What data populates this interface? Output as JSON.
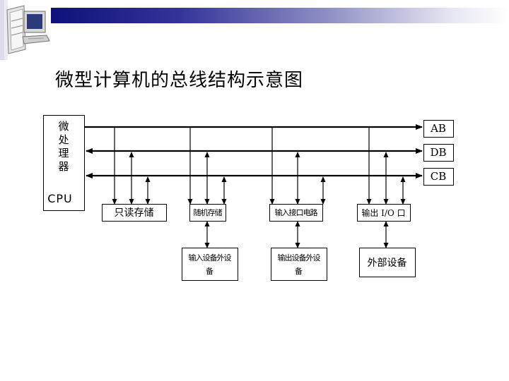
{
  "slide": {
    "title": "微型计算机的总线结构示意图"
  },
  "cpu": {
    "chars": [
      "微",
      "处",
      "理",
      "器"
    ],
    "label": "CPU"
  },
  "buses": [
    {
      "name": "AB",
      "direction": "right"
    },
    {
      "name": "DB",
      "direction": "both"
    },
    {
      "name": "CB",
      "direction": "both"
    }
  ],
  "modules": [
    {
      "label": "只读存储"
    },
    {
      "label": "随机存储"
    },
    {
      "label": "输入接口电路"
    },
    {
      "label": "输出 I/O 口"
    }
  ],
  "devices": [
    {
      "label": "输入设备外设",
      "line2": "备"
    },
    {
      "label": "输出设备外设",
      "line2": "备"
    },
    {
      "label": "外部设备"
    }
  ],
  "colors": {
    "header_start": "#10107a",
    "header_end": "#ffffff",
    "line": "#000000"
  }
}
